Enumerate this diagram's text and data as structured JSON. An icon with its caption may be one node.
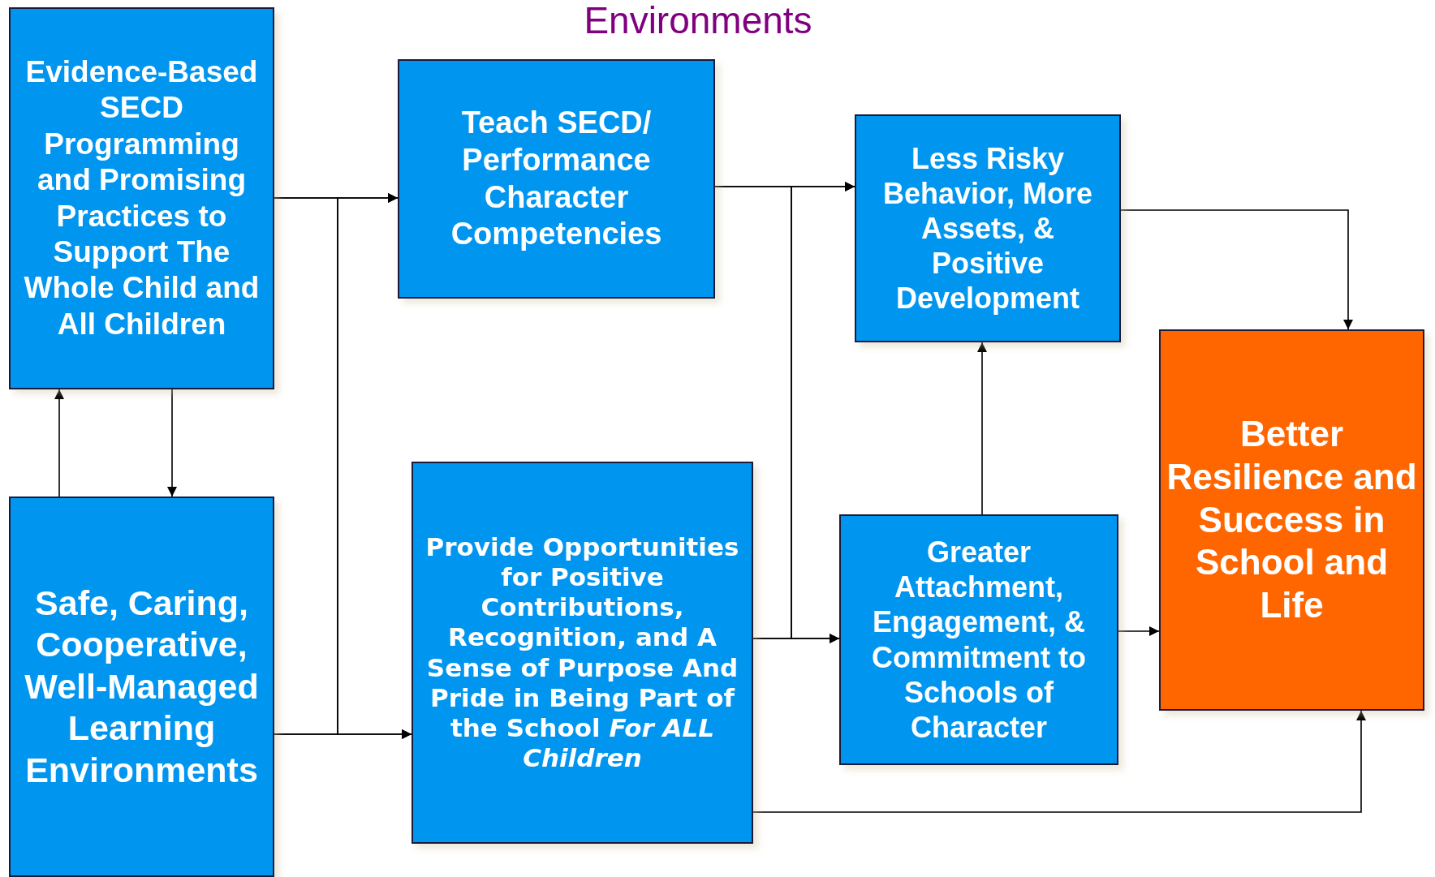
{
  "diagram": {
    "title": "Environments",
    "nodes": [
      {
        "text": [
          "Evidence-Based SECD Programming and Promising Practices to Support The Whole Child and All Children"
        ]
      },
      {
        "text": [
          "Teach SECD/ Performance Character Competencies"
        ]
      },
      {
        "text": [
          "Less Risky Behavior, More Assets, & Positive Development"
        ]
      },
      {
        "text": [
          "Safe, Caring, Cooperative, Well-Managed Learning Environments"
        ]
      },
      {
        "text": [
          "Provide Opportunities for Positive Contributions, Recognition, and A Sense of Purpose And Pride in Being Part of the School *For ALL Children*"
        ]
      },
      {
        "text": [
          "Greater Attachment, Engagement, & Commitment to Schools of Character"
        ]
      },
      {
        "text": [
          "Better Resilience and Success in School and Life"
        ]
      }
    ],
    "edges": [
      {
        "from": 0,
        "to": 1,
        "arrow": "to"
      },
      {
        "from": 0,
        "to": 4,
        "arrow": "to"
      },
      {
        "from": 3,
        "to": 1,
        "arrow": "to"
      },
      {
        "from": 3,
        "to": 4,
        "arrow": "to"
      },
      {
        "from": 0,
        "to": 3,
        "arrow": "to"
      },
      {
        "from": 3,
        "to": 0,
        "arrow": "to"
      },
      {
        "from": 1,
        "to": 2,
        "arrow": "to"
      },
      {
        "from": 1,
        "to": 5,
        "arrow": "to"
      },
      {
        "from": 4,
        "to": 2,
        "arrow": "to"
      },
      {
        "from": 4,
        "to": 5,
        "arrow": "to"
      },
      {
        "from": 2,
        "to": 6,
        "arrow": "to"
      },
      {
        "from": 5,
        "to": 2,
        "arrow": "to"
      },
      {
        "from": 5,
        "to": 6,
        "arrow": "to"
      },
      {
        "from": 4,
        "to": 6,
        "arrow": "to"
      }
    ]
  }
}
